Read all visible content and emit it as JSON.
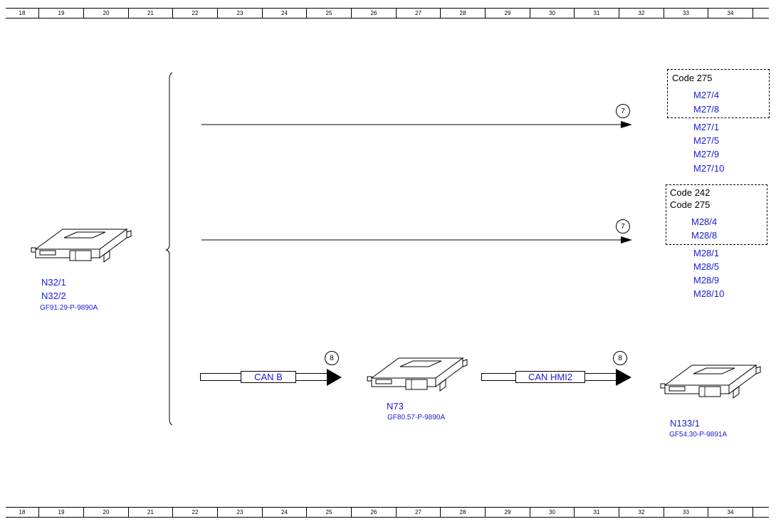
{
  "ruler": {
    "cells": [
      "18",
      "19",
      "20",
      "21",
      "22",
      "23",
      "24",
      "25",
      "26",
      "27",
      "28",
      "29",
      "30",
      "31",
      "32",
      "33",
      "34"
    ]
  },
  "components": {
    "n32": {
      "labels": [
        "N32/1",
        "N32/2"
      ],
      "ref": "GF91.29-P-9890A"
    },
    "n73": {
      "label": "N73",
      "ref": "GF80.57-P-9890A"
    },
    "n133": {
      "label": "N133/1",
      "ref": "GF54.30-P-9891A"
    }
  },
  "groups": {
    "g1": {
      "codes": [
        "Code 275"
      ],
      "boxed": [
        "M27/4",
        "M27/8"
      ],
      "items": [
        "M27/1",
        "M27/5",
        "M27/9",
        "M27/10"
      ]
    },
    "g2": {
      "codes": [
        "Code 242",
        "Code 275"
      ],
      "boxed": [
        "M28/4",
        "M28/8"
      ],
      "items": [
        "M28/1",
        "M28/5",
        "M28/9",
        "M28/10"
      ]
    }
  },
  "badges": {
    "b1": "7",
    "b2": "7",
    "b3": "8",
    "b4": "8"
  },
  "buses": {
    "can_b": "CAN B",
    "can_hmi2": "CAN HMI2"
  }
}
